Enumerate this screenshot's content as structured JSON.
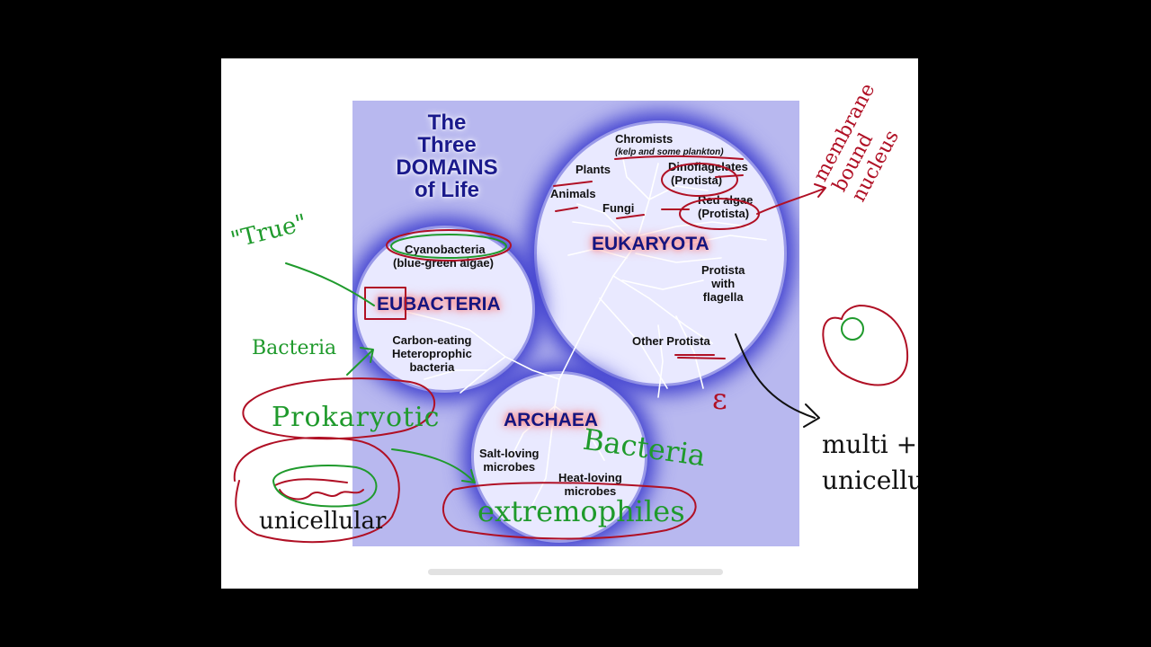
{
  "diagram": {
    "title_lines": [
      "The",
      "Three",
      "DOMAINS",
      "of Life"
    ],
    "domains": {
      "eukaryota": "EUKARYOTA",
      "eubacteria": "EUBACTERIA",
      "archaea": "ARCHAEA"
    },
    "eukaryota_labels": {
      "chromists": "Chromists",
      "chromists_note": "(kelp and some plankton)",
      "plants": "Plants",
      "animals": "Animals",
      "fungi": "Fungi",
      "dinoflagelates": "Dinoflagelates",
      "dinoflagelates_note": "(Protista)",
      "red_algae": "Red algae",
      "red_algae_note": "(Protista)",
      "protista_flagella": [
        "Protista",
        "with",
        "flagella"
      ],
      "other_protista": "Other Protista"
    },
    "eubacteria_labels": {
      "cyanobacteria": "Cyanobacteria",
      "cyanobacteria_note": "(blue-green algae)",
      "carbon_eating": [
        "Carbon-eating",
        "Heteroprophic",
        "bacteria"
      ]
    },
    "archaea_labels": {
      "salt_loving": [
        "Salt-loving",
        "microbes"
      ],
      "heat_loving": [
        "Heat-loving",
        "microbes"
      ]
    }
  },
  "annotations": {
    "true": "\"True\"",
    "bacteria_left": "Bacteria",
    "prokaryotic": "Prokaryotic",
    "unicellular": "unicellular",
    "bacteria_archaea": "Bacteria",
    "extremophiles": "extremophiles",
    "membrane_bound_nucleus": [
      "membrane",
      "bound",
      "nucleus"
    ],
    "multi_unicellular": [
      "multi +",
      "unicellular"
    ],
    "epsilon": "ε"
  },
  "colors": {
    "green_ink": "#1f9a2c",
    "red_ink": "#b01025",
    "black_ink": "#111111",
    "domain_blue": "#15157f"
  }
}
